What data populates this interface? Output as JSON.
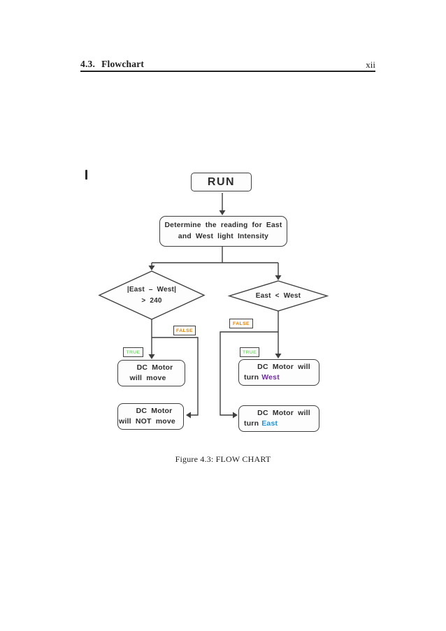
{
  "header": {
    "section_number": "4.3.",
    "section_name": "Flowchart",
    "page_number": "xii"
  },
  "flowchart": {
    "nodes": {
      "run": {
        "label": "RUN"
      },
      "determine": {
        "line1": "Determine the reading for East",
        "line2": "and West light Intensity"
      },
      "decision_abs_diff": {
        "line1": "|East – West|",
        "line2": "> 240"
      },
      "decision_east_west": {
        "label": "East < West"
      },
      "motor_move": {
        "line1": "DC Motor",
        "line2": "will move"
      },
      "motor_not_move": {
        "line1": "DC Motor",
        "line2": "will NOT move"
      },
      "motor_turn_west": {
        "line1": "DC Motor will",
        "line2_prefix": "turn",
        "line2_word": "West"
      },
      "motor_turn_east": {
        "line1": "DC Motor will",
        "line2_prefix": "turn",
        "line2_word": "East"
      }
    },
    "branch_labels": {
      "true": "TRUE",
      "false": "FALSE"
    },
    "colors": {
      "false_label": "#db8100",
      "true_label": "#84d47a",
      "west_word": "#7030a0",
      "east_word": "#1f93d1",
      "line": "#3f3f3f"
    }
  },
  "caption": {
    "text": "Figure 4.3: FLOW CHART"
  }
}
